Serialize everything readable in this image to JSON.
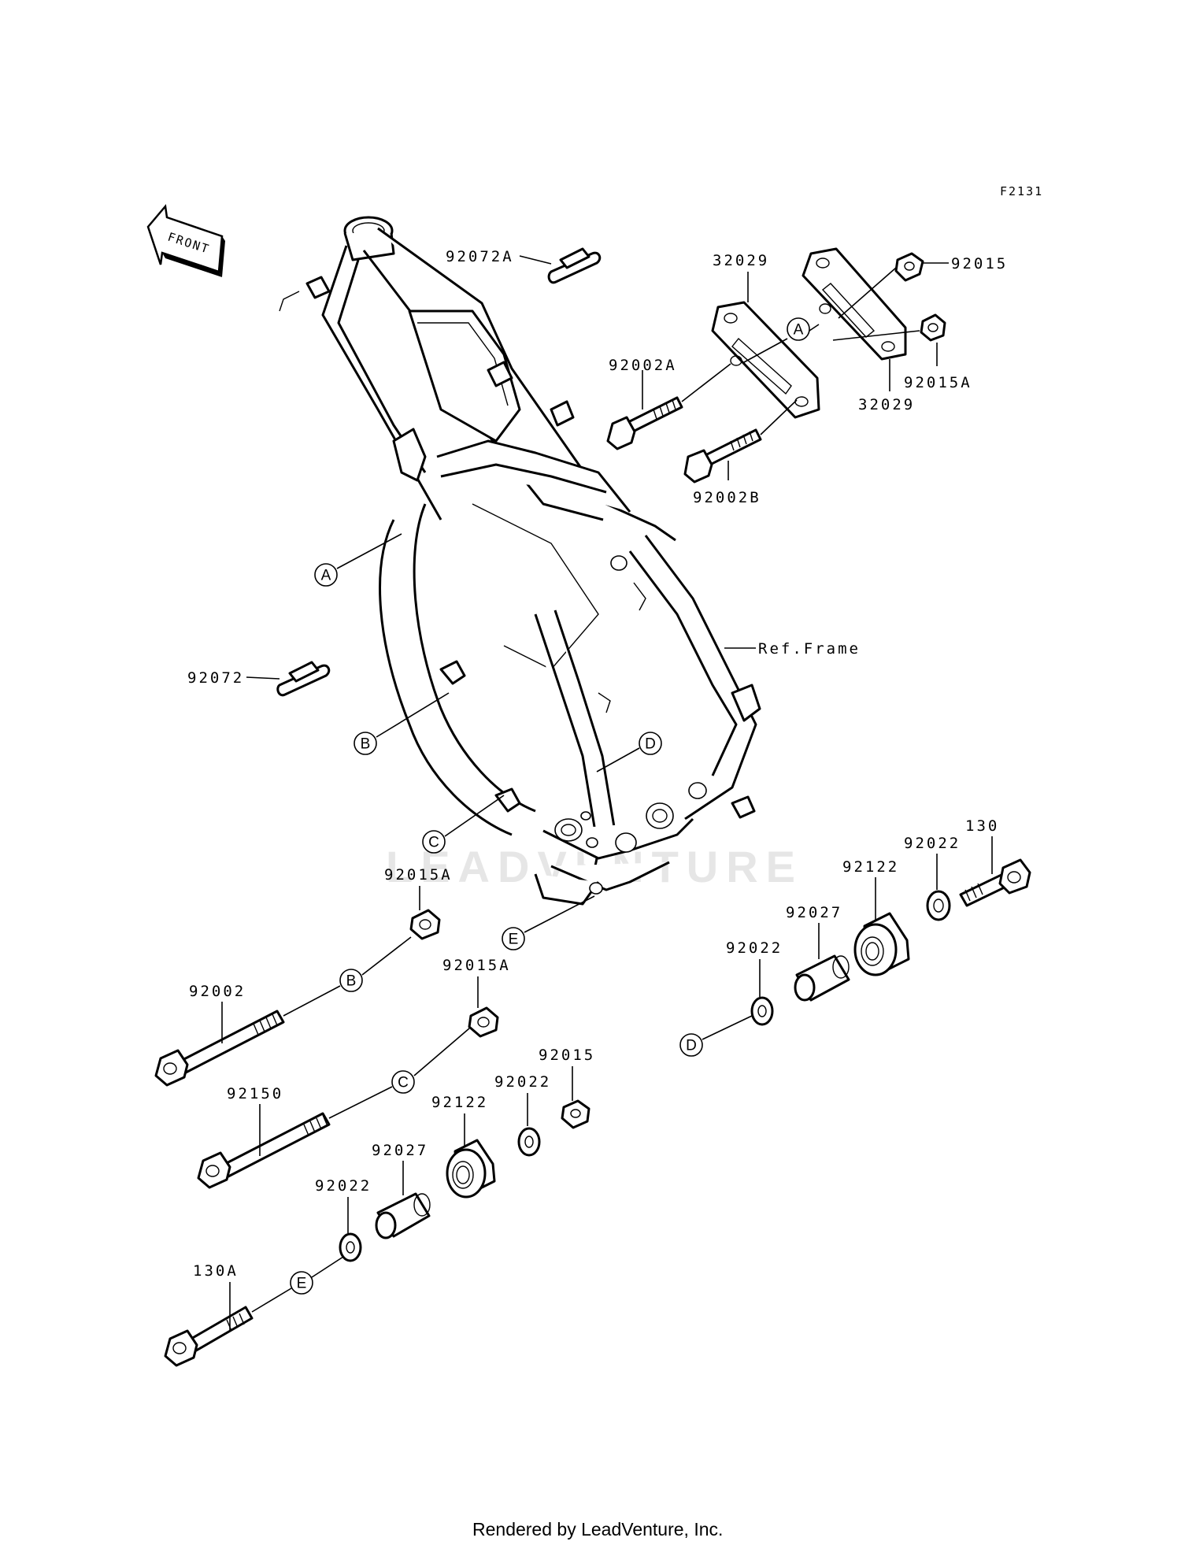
{
  "diagram_id": "F2131",
  "front_badge": "FRONT",
  "watermark": "LEADVENTURE",
  "footer": "Rendered by LeadVenture, Inc.",
  "ref_frame": "Ref.Frame",
  "parts": {
    "p_92072A": "92072A",
    "p_32029_top": "32029",
    "p_92015_top": "92015",
    "p_92002A": "92002A",
    "p_92015A_top": "92015A",
    "p_32029_bottom": "32029",
    "p_92002B": "92002B",
    "p_92072": "92072",
    "p_92015A_mid": "92015A",
    "p_92015A_low": "92015A",
    "p_92002": "92002",
    "p_92150": "92150",
    "p_92015_low": "92015",
    "p_92022_low": "92022",
    "p_92122_low": "92122",
    "p_92027_low": "92027",
    "p_92022_left": "92022",
    "p_130A": "130A",
    "p_130": "130",
    "p_92022_right_top": "92022",
    "p_92122_right": "92122",
    "p_92027_right": "92027",
    "p_92022_right": "92022"
  },
  "callouts": {
    "A": "A",
    "B": "B",
    "C": "C",
    "D": "D",
    "E": "E"
  }
}
